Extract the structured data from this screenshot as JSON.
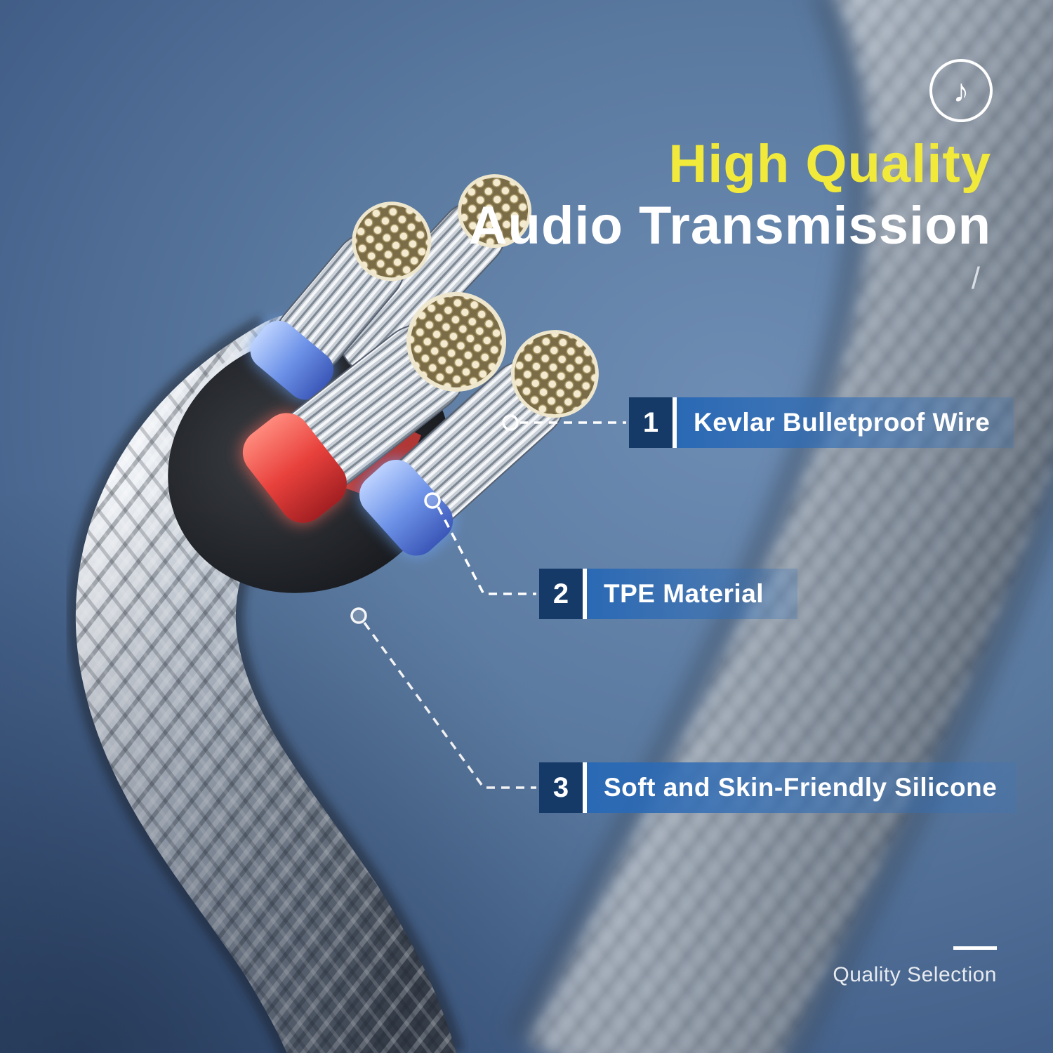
{
  "header": {
    "icon_glyph": "♪",
    "title_line1": "High Quality",
    "title_line2": "Audio Transmission",
    "slash": "/"
  },
  "callouts": [
    {
      "number": "1",
      "label": "Kevlar Bulletproof Wire"
    },
    {
      "number": "2",
      "label": "TPE Material"
    },
    {
      "number": "3",
      "label": "Soft and Skin-Friendly Silicone"
    }
  ],
  "footer": {
    "tagline": "Quality Selection"
  },
  "colors": {
    "accent_yellow": "#f2ea3a",
    "text_white": "#ffffff",
    "callout_number_bg": "#153a68",
    "callout_bar_blue": "#2a69b5",
    "background_blue": "#50709b"
  }
}
